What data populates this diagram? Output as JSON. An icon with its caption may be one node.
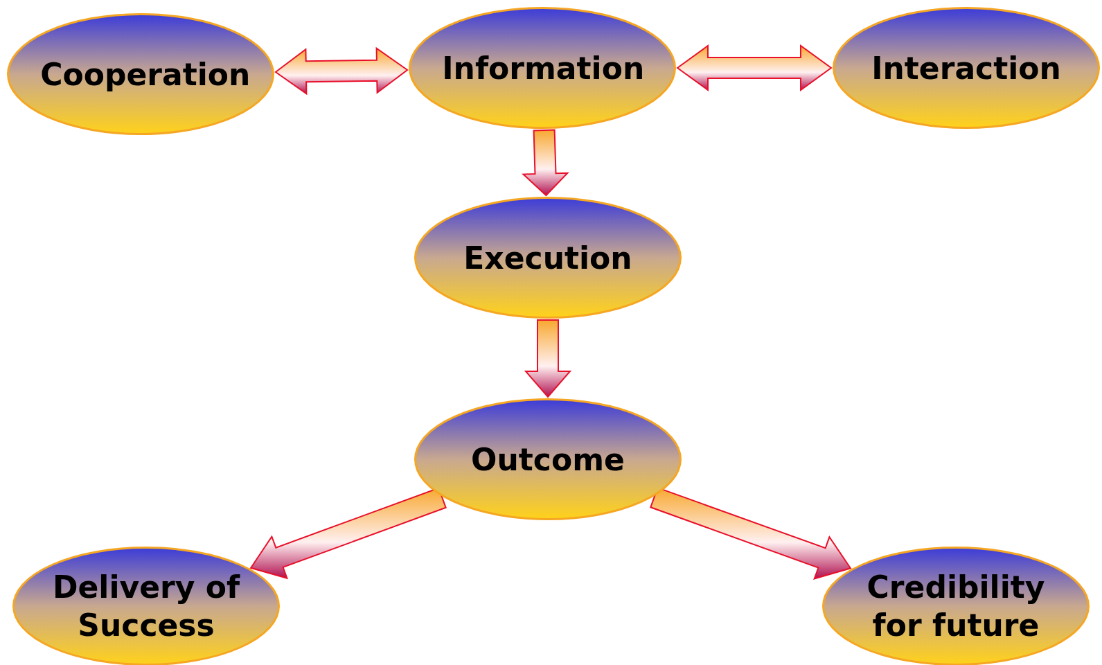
{
  "diagram": {
    "nodes": [
      {
        "text": [
          "Cooperation"
        ]
      },
      {
        "text": [
          "Information"
        ]
      },
      {
        "text": [
          "Interaction"
        ]
      },
      {
        "text": [
          "Execution"
        ]
      },
      {
        "text": [
          "Outcome"
        ]
      },
      {
        "text": [
          "Delivery of Success"
        ]
      },
      {
        "text": [
          "Credibility for future"
        ]
      }
    ],
    "edges": [
      {
        "from": 0,
        "to": 1,
        "arrow": "both"
      },
      {
        "from": 1,
        "to": 2,
        "arrow": "both"
      },
      {
        "from": 1,
        "to": 3,
        "arrow": "to"
      },
      {
        "from": 3,
        "to": 4,
        "arrow": "to"
      },
      {
        "from": 4,
        "to": 5,
        "arrow": "to"
      },
      {
        "from": 4,
        "to": 6,
        "arrow": "to"
      }
    ]
  }
}
